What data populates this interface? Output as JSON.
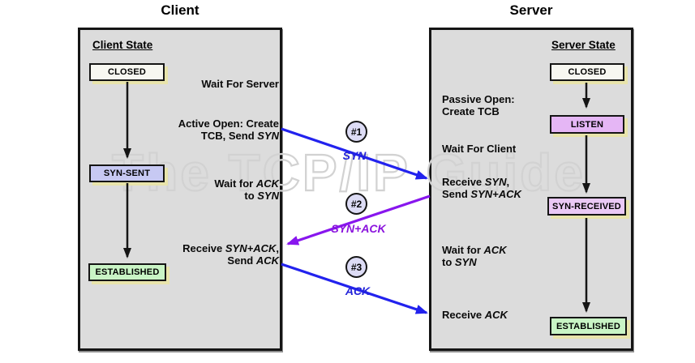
{
  "watermark": "The TCP/IP Guide",
  "colors": {
    "panel_bg": "#dcdcdc",
    "arrow_blue": "#2222ee",
    "arrow_purple": "#8816ee",
    "label_blue": "#2323d9",
    "label_purple": "#8a12dd",
    "state_closed_bg": "#f7f7f1",
    "state_syn_sent_bg": "#c7c9f3",
    "state_listen_bg": "#e5b6f5",
    "state_syn_received_bg": "#eac9f5",
    "state_established_bg": "#c9f4c5",
    "state_box_shadow": "#e8e4ab"
  },
  "client": {
    "title": "Client",
    "heading": "Client State",
    "states": {
      "closed": "CLOSED",
      "syn_sent": "SYN-SENT",
      "established": "ESTABLISHED"
    },
    "notes": {
      "wait_server": "Wait For Server",
      "active_l1": "Active Open: Create",
      "active_l2a": "TCB, Send ",
      "active_l2b": "SYN",
      "waitack_l1a": "Wait for ",
      "waitack_l1b": "ACK",
      "waitack_l2a": "to ",
      "waitack_l2b": "SYN",
      "recv_l1a": "Receive ",
      "recv_l1b": "SYN+ACK",
      "recv_l1c": ",",
      "recv_l2a": "Send ",
      "recv_l2b": "ACK"
    }
  },
  "server": {
    "title": "Server",
    "heading": "Server State",
    "states": {
      "closed": "CLOSED",
      "listen": "LISTEN",
      "syn_received": "SYN-RECEIVED",
      "established": "ESTABLISHED"
    },
    "notes": {
      "passive_l1": "Passive Open:",
      "passive_l2": "Create TCB",
      "wait_client": "Wait For Client",
      "recvsyn_l1a": "Receive ",
      "recvsyn_l1b": "SYN",
      "recvsyn_l1c": ",",
      "recvsyn_l2a": "Send ",
      "recvsyn_l2b": "SYN+ACK",
      "waitack_l1a": "Wait for ",
      "waitack_l1b": "ACK",
      "waitack_l2a": "to ",
      "waitack_l2b": "SYN",
      "recvack_a": "Receive ",
      "recvack_b": "ACK"
    }
  },
  "messages": {
    "m1": {
      "badge": "#1",
      "label": "SYN"
    },
    "m2": {
      "badge": "#2",
      "label": "SYN+ACK"
    },
    "m3": {
      "badge": "#3",
      "label": "ACK"
    }
  }
}
